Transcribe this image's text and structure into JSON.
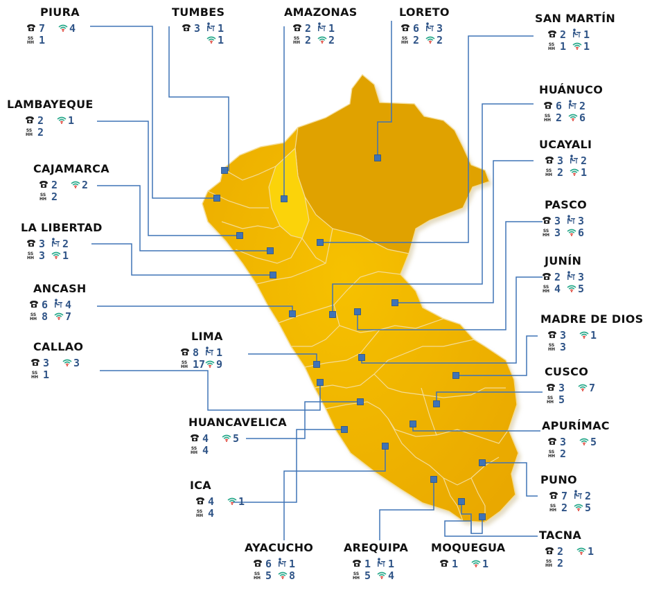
{
  "colors": {
    "map_fill": "#efb200",
    "map_dark": "#d99b00",
    "highlight": "#fbd30a",
    "border": "#f7e1a1",
    "leader_line": "#3f73b6",
    "marker": "#3f73b6",
    "number": "#2f5487"
  },
  "icon_legend": [
    "phone-icon",
    "person-at-desk-icon",
    "wifi-icon",
    "ss-hh-icon"
  ],
  "regions": [
    {
      "key": "piura",
      "name": "PIURA",
      "phone": "7",
      "desk": "",
      "wifi": "4",
      "sshh": "1"
    },
    {
      "key": "tumbes",
      "name": "TUMBES",
      "phone": "3",
      "desk": "1",
      "wifi": "1",
      "sshh": ""
    },
    {
      "key": "amazonas",
      "name": "AMAZONAS",
      "phone": "2",
      "desk": "1",
      "wifi": "2",
      "sshh": "2"
    },
    {
      "key": "loreto",
      "name": "LORETO",
      "phone": "6",
      "desk": "3",
      "wifi": "2",
      "sshh": "2"
    },
    {
      "key": "san-martin",
      "name": "SAN MARTÍN",
      "phone": "2",
      "desk": "1",
      "wifi": "1",
      "sshh": "1"
    },
    {
      "key": "lambayeque",
      "name": "LAMBAYEQUE",
      "phone": "2",
      "desk": "",
      "wifi": "1",
      "sshh": "2"
    },
    {
      "key": "huanuco",
      "name": "HUÁNUCO",
      "phone": "6",
      "desk": "2",
      "wifi": "6",
      "sshh": "2"
    },
    {
      "key": "cajamarca",
      "name": "CAJAMARCA",
      "phone": "2",
      "desk": "",
      "wifi": "2",
      "sshh": "2"
    },
    {
      "key": "ucayali",
      "name": "UCAYALI",
      "phone": "3",
      "desk": "2",
      "wifi": "1",
      "sshh": "2"
    },
    {
      "key": "la-libertad",
      "name": "LA LIBERTAD",
      "phone": "3",
      "desk": "2",
      "wifi": "1",
      "sshh": "3"
    },
    {
      "key": "pasco",
      "name": "PASCO",
      "phone": "3",
      "desk": "3",
      "wifi": "6",
      "sshh": "3"
    },
    {
      "key": "ancash",
      "name": "ANCASH",
      "phone": "6",
      "desk": "4",
      "wifi": "7",
      "sshh": "8"
    },
    {
      "key": "junin",
      "name": "JUNÍN",
      "phone": "2",
      "desk": "3",
      "wifi": "5",
      "sshh": "4"
    },
    {
      "key": "callao",
      "name": "CALLAO",
      "phone": "3",
      "desk": "",
      "wifi": "3",
      "sshh": "1"
    },
    {
      "key": "lima",
      "name": "LIMA",
      "phone": "8",
      "desk": "1",
      "wifi": "9",
      "sshh": "17"
    },
    {
      "key": "madre-de-dios",
      "name": "MADRE DE DIOS",
      "phone": "3",
      "desk": "",
      "wifi": "1",
      "sshh": "3"
    },
    {
      "key": "cusco",
      "name": "CUSCO",
      "phone": "3",
      "desk": "",
      "wifi": "7",
      "sshh": "5"
    },
    {
      "key": "huancavelica",
      "name": "HUANCAVELICA",
      "phone": "4",
      "desk": "",
      "wifi": "5",
      "sshh": "4"
    },
    {
      "key": "apurimac",
      "name": "APURÍMAC",
      "phone": "3",
      "desk": "",
      "wifi": "5",
      "sshh": "2"
    },
    {
      "key": "ica",
      "name": "ICA",
      "phone": "4",
      "desk": "",
      "wifi": "1",
      "sshh": "4"
    },
    {
      "key": "puno",
      "name": "PUNO",
      "phone": "7",
      "desk": "2",
      "wifi": "5",
      "sshh": "2"
    },
    {
      "key": "tacna",
      "name": "TACNA",
      "phone": "2",
      "desk": "",
      "wifi": "1",
      "sshh": "2"
    },
    {
      "key": "ayacucho",
      "name": "AYACUCHO",
      "phone": "6",
      "desk": "1",
      "wifi": "8",
      "sshh": "5"
    },
    {
      "key": "arequipa",
      "name": "AREQUIPA",
      "phone": "1",
      "desk": "1",
      "wifi": "4",
      "sshh": "5"
    },
    {
      "key": "moquegua",
      "name": "MOQUEGUA",
      "phone": "1",
      "desk": "",
      "wifi": "1",
      "sshh": ""
    }
  ]
}
